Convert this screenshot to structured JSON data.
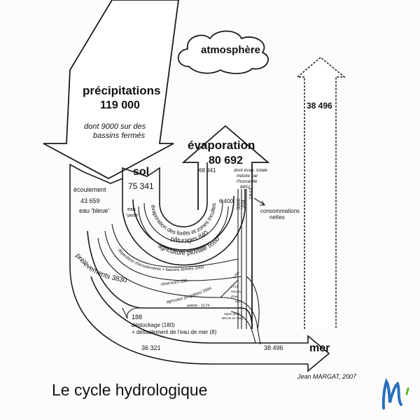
{
  "atmosphere": {
    "label": "atmosphère"
  },
  "precipitations": {
    "label": "précipitations",
    "value": "119 000",
    "note_line1": "dont 9000 sur des",
    "note_line2": "bassins fermés"
  },
  "evaporation": {
    "label": "évaporation",
    "value": "80 692",
    "note": [
      "dont évap. totale",
      "induite par",
      "l'humanité",
      "8451"
    ],
    "branch_value": "68 941"
  },
  "sol": {
    "label": "sol",
    "value": "75 341",
    "eau_verte": [
      "eau",
      "'verte'"
    ]
  },
  "ecoulement": {
    "label": "écoulement",
    "value": "43 659",
    "eau_bleue": "eau 'bleue'"
  },
  "green_flows": {
    "forets": "évaporation des forêts et zones incultes",
    "paturages": "pâturages 840",
    "agriculture": "agriculture pluviale 5560",
    "v6400": "6 400"
  },
  "consumption": {
    "v3300": "3300",
    "v208": "208",
    "v1843": "1843",
    "label_line1": "consommations",
    "label_line2": "nettes"
  },
  "blue_flows": {
    "deperdition": "déperdition d'écoulements + bassins fermés 3300",
    "reservoirs": "réservoirs 208",
    "agricoles": "agricoles (irrigation) 2844",
    "prelevements": "prélèvements 3830",
    "v1286": "1286",
    "retours": [
      "1744",
      "retours",
      "d'eau"
    ],
    "v540": "540",
    "autres": "autres - 1174",
    "rejets": [
      "rejets (dont",
      "directs en mer)"
    ]
  },
  "destockage": {
    "value": "188",
    "line1": "déstockage (180)",
    "line2": "+ dessalement de l'eau de mer (8)"
  },
  "outflow": {
    "left_value": "36 321",
    "right_value": "38 496",
    "mer": "mer"
  },
  "return_arrow": {
    "value": "38 496"
  },
  "credit": "Jean MARGAT, 2007",
  "title": "Le cycle hydrologique",
  "logo": {
    "letter": "M",
    "colors": {
      "blue": "#2a6fc0",
      "green": "#5cb82e"
    }
  }
}
